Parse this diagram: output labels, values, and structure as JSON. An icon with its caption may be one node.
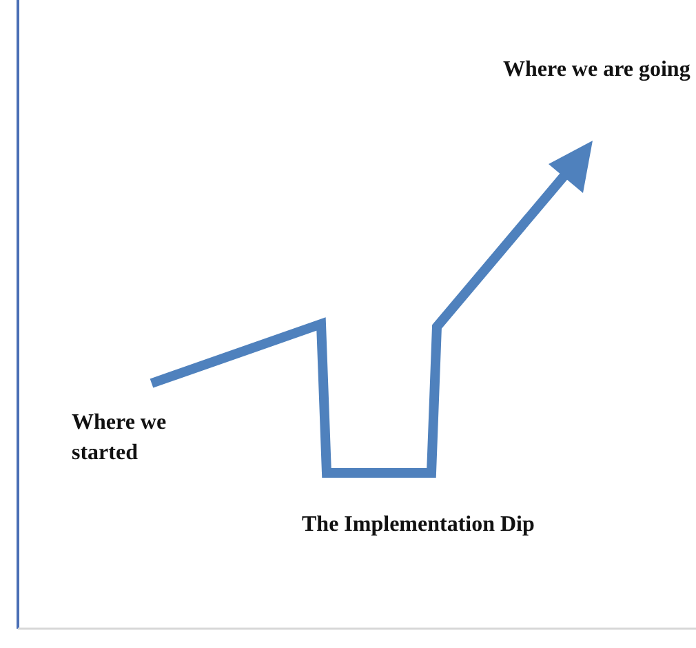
{
  "diagram": {
    "labels": [
      "Where we are going",
      "Where we started",
      "The Implementation Dip"
    ]
  }
}
